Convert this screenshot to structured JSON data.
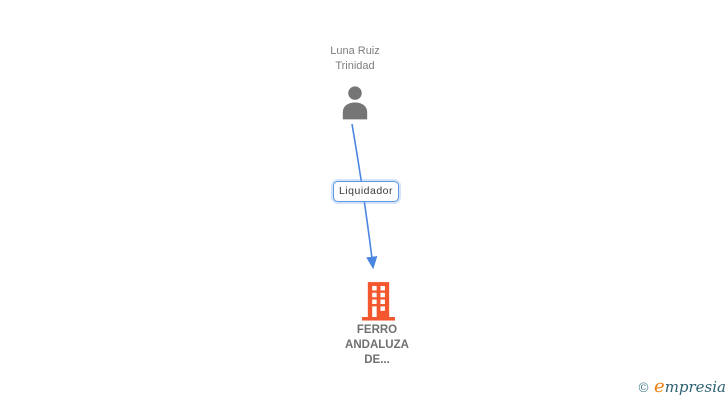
{
  "diagram": {
    "nodes": {
      "person": {
        "name": "Luna Ruiz Trinidad"
      },
      "company": {
        "name": "FERRO ANDALUZA DE..."
      }
    },
    "edge": {
      "label": "Liquidador"
    }
  },
  "watermark": {
    "copyright": "©",
    "brand_initial": "e",
    "brand_rest": "mpresia"
  },
  "colors": {
    "edge_blue": "#4a86e0",
    "edge_label_border": "#5e96e2",
    "person_gray": "#757575",
    "company_orange": "#f4572e",
    "name_gray": "#7d7d7d",
    "company_name_gray": "#6f6f6f",
    "watermark_teal": "#2e6273",
    "watermark_orange": "#ee8011"
  }
}
